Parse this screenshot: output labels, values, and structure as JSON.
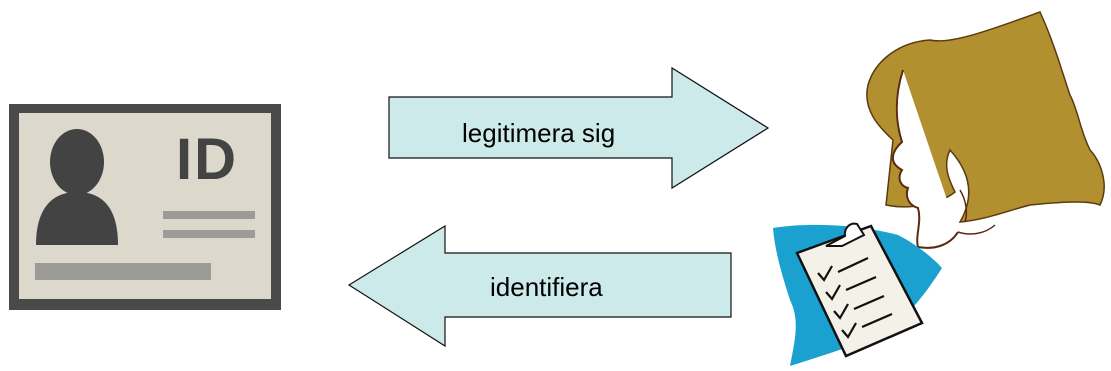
{
  "diagram": {
    "arrow_right": {
      "label": "legitimera sig"
    },
    "arrow_left": {
      "label": "identifiera"
    },
    "id_card": {
      "badge_text": "ID"
    }
  },
  "colors": {
    "arrow_fill": "#cdeaeb",
    "arrow_stroke": "#111111",
    "card_frame": "#4a4a48",
    "card_face": "#dcd8cc",
    "card_dark": "#434343",
    "card_bar": "#9d9b98",
    "hair": "#b3902f",
    "clipboard_blue": "#1aa1d0"
  },
  "icons": [
    "id-card-icon",
    "woman-head-icon",
    "clipboard-checklist-icon"
  ]
}
